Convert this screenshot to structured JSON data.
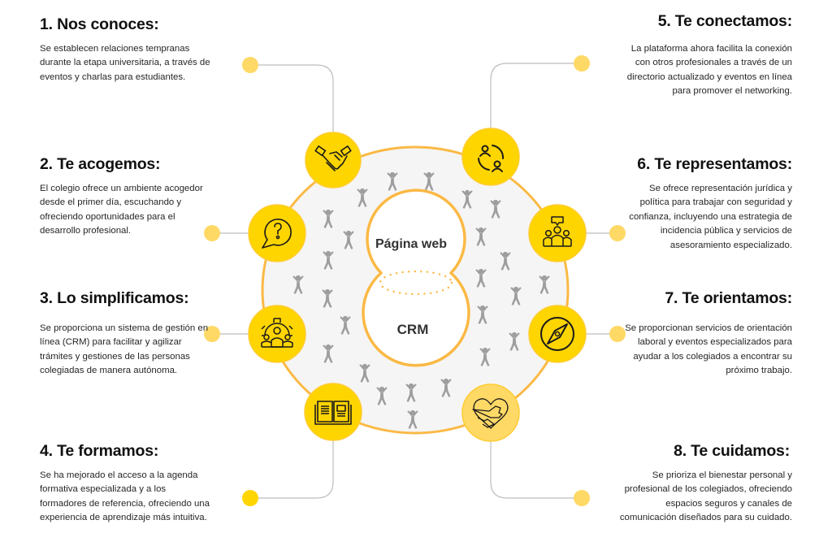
{
  "colors": {
    "accent_yellow": "#FFD500",
    "soft_yellow": "#FFD966",
    "ring_orange": "#FBB945",
    "ring_fill": "#F5F5F5",
    "connector_gray": "#BDBDBD",
    "figure_gray": "#9E9E9E",
    "text_dark": "#111111"
  },
  "center": {
    "top_label": "Página web",
    "bottom_label": "CRM"
  },
  "steps": [
    {
      "number": 1,
      "title": "1. Nos conoces:",
      "text": "Se establecen relaciones tempranas durante la etapa universitaria, a través de eventos y charlas para estudiantes.",
      "icon": "handshake-icon",
      "side": "left"
    },
    {
      "number": 2,
      "title": "2. Te acogemos:",
      "text": "El colegio ofrece un ambiente acogedor desde el primer día, escuchando y ofreciendo oportunidades para el desarrollo profesional.",
      "icon": "question-bubble-icon",
      "side": "left"
    },
    {
      "number": 3,
      "title": "3. Lo simplificamos:",
      "text": "Se proporciona un sistema de gestión en línea (CRM) para facilitar y agilizar trámites y gestiones de las personas colegiadas de manera autónoma.",
      "icon": "gear-team-icon",
      "side": "left"
    },
    {
      "number": 4,
      "title": "4. Te formamos:",
      "text": "Se ha mejorado el acceso a la agenda formativa especializada y a los formadores de referencia, ofreciendo una experiencia de aprendizaje más intuitiva.",
      "icon": "open-book-icon",
      "side": "left"
    },
    {
      "number": 5,
      "title": "5. Te conectamos:",
      "text": "La plataforma ahora facilita la conexión con otros profesionales a través de un directorio actualizado y eventos en línea para promover el networking.",
      "icon": "people-exchange-icon",
      "side": "right"
    },
    {
      "number": 6,
      "title": "6. Te representamos:",
      "text": "Se ofrece representación jurídica y política para trabajar con seguridad y confianza, incluyendo una estrategia de incidencia pública y servicios de asesoramiento especializado.",
      "icon": "group-speaker-icon",
      "side": "right"
    },
    {
      "number": 7,
      "title": "7. Te orientamos:",
      "text": "Se proporcionan servicios de orientación laboral y eventos especializados para ayudar a los colegiados a encontrar su próximo trabajo.",
      "icon": "compass-icon",
      "side": "right"
    },
    {
      "number": 8,
      "title": "8. Te cuidamos:",
      "text": "Se prioriza el bienestar personal y profesional de los colegiados, ofreciendo espacios seguros y canales de comunicación diseñados para su cuidado.",
      "icon": "heart-hug-icon",
      "side": "right"
    }
  ]
}
